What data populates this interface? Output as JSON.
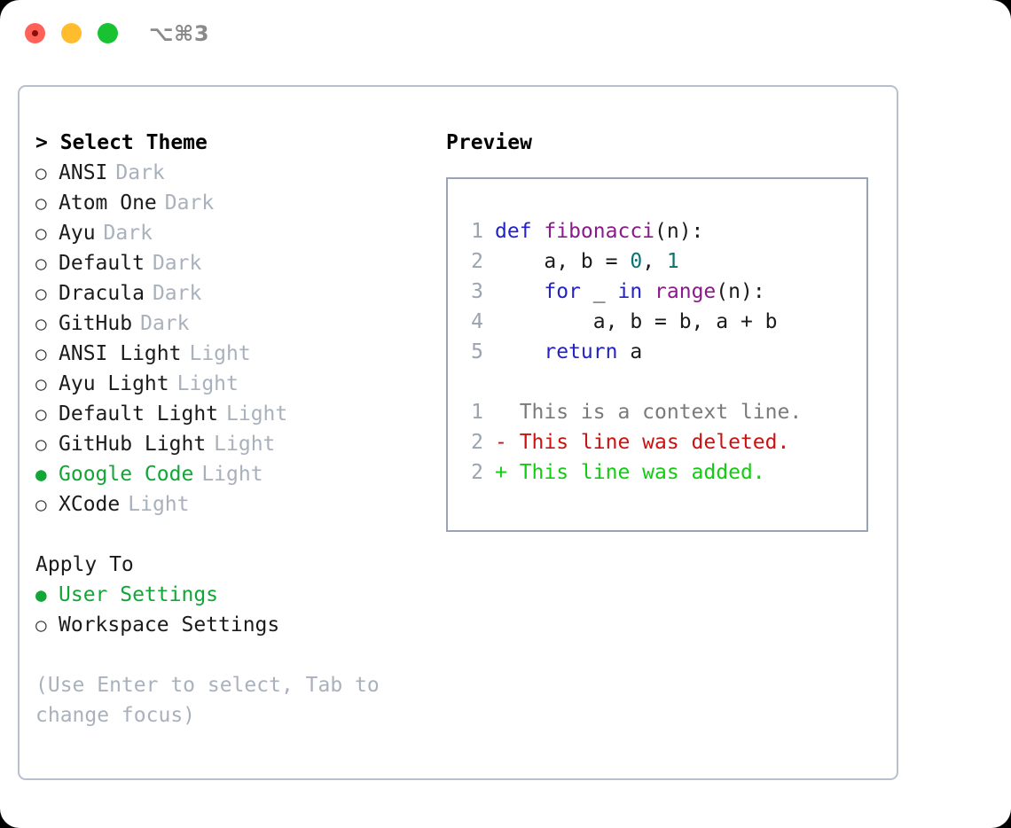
{
  "window": {
    "shortcut_label": "⌥⌘3",
    "traffic_lights": [
      "close",
      "minimize",
      "maximize"
    ]
  },
  "theme_picker": {
    "title": "> Select Theme",
    "focused": true,
    "options": [
      {
        "bullet": "○",
        "label": "ANSI",
        "tag": "Dark",
        "selected": false
      },
      {
        "bullet": "○",
        "label": "Atom One",
        "tag": "Dark",
        "selected": false
      },
      {
        "bullet": "○",
        "label": "Ayu",
        "tag": "Dark",
        "selected": false
      },
      {
        "bullet": "○",
        "label": "Default",
        "tag": "Dark",
        "selected": false
      },
      {
        "bullet": "○",
        "label": "Dracula",
        "tag": "Dark",
        "selected": false
      },
      {
        "bullet": "○",
        "label": "GitHub",
        "tag": "Dark",
        "selected": false
      },
      {
        "bullet": "○",
        "label": "ANSI Light",
        "tag": "Light",
        "selected": false
      },
      {
        "bullet": "○",
        "label": "Ayu Light",
        "tag": "Light",
        "selected": false
      },
      {
        "bullet": "○",
        "label": "Default Light",
        "tag": "Light",
        "selected": false
      },
      {
        "bullet": "○",
        "label": "GitHub Light",
        "tag": "Light",
        "selected": false
      },
      {
        "bullet": "●",
        "label": "Google Code",
        "tag": "Light",
        "selected": true
      },
      {
        "bullet": "○",
        "label": "XCode",
        "tag": "Light",
        "selected": false
      }
    ]
  },
  "apply_to": {
    "title": "Apply To",
    "focused": false,
    "options": [
      {
        "bullet": "●",
        "label": "User Settings",
        "tag": "",
        "selected": true
      },
      {
        "bullet": "○",
        "label": "Workspace Settings",
        "tag": "",
        "selected": false
      }
    ]
  },
  "hint": "(Use Enter to select, Tab to change focus)",
  "preview": {
    "title": "Preview",
    "code_lines": [
      {
        "no": "1",
        "tokens": [
          {
            "t": "def ",
            "c": "tok-kw"
          },
          {
            "t": "fibonacci",
            "c": "tok-fn"
          },
          {
            "t": "(n):",
            "c": "tok-punc"
          }
        ]
      },
      {
        "no": "2",
        "tokens": [
          {
            "t": "    a, b = ",
            "c": "tok-id"
          },
          {
            "t": "0",
            "c": "tok-num"
          },
          {
            "t": ", ",
            "c": "tok-punc"
          },
          {
            "t": "1",
            "c": "tok-num"
          }
        ]
      },
      {
        "no": "3",
        "tokens": [
          {
            "t": "    ",
            "c": "tok-id"
          },
          {
            "t": "for",
            "c": "tok-kw"
          },
          {
            "t": " _ ",
            "c": "tok-id"
          },
          {
            "t": "in",
            "c": "tok-kw"
          },
          {
            "t": " ",
            "c": "tok-id"
          },
          {
            "t": "range",
            "c": "tok-fn"
          },
          {
            "t": "(n):",
            "c": "tok-punc"
          }
        ]
      },
      {
        "no": "4",
        "tokens": [
          {
            "t": "        a, b = b, a + b",
            "c": "tok-id"
          }
        ]
      },
      {
        "no": "5",
        "tokens": [
          {
            "t": "    ",
            "c": "tok-id"
          },
          {
            "t": "return",
            "c": "tok-kw"
          },
          {
            "t": " a",
            "c": "tok-id"
          }
        ]
      }
    ],
    "diff_lines": [
      {
        "no": "1",
        "text": "  This is a context line.",
        "kind": "diff-ctx"
      },
      {
        "no": "2",
        "text": "- This line was deleted.",
        "kind": "diff-del"
      },
      {
        "no": "2",
        "text": "+ This line was added.",
        "kind": "diff-add"
      }
    ]
  },
  "colors": {
    "accent_green": "#12a637",
    "diff_add": "#12cc12",
    "diff_del": "#cc1111",
    "keyword": "#2222c7",
    "function": "#8a1a8a",
    "number": "#0b7272",
    "muted": "#a9b1bd",
    "linenum": "#9aa3b0",
    "panel_border": "#b9c0cd",
    "preview_border": "#97a3b6"
  }
}
